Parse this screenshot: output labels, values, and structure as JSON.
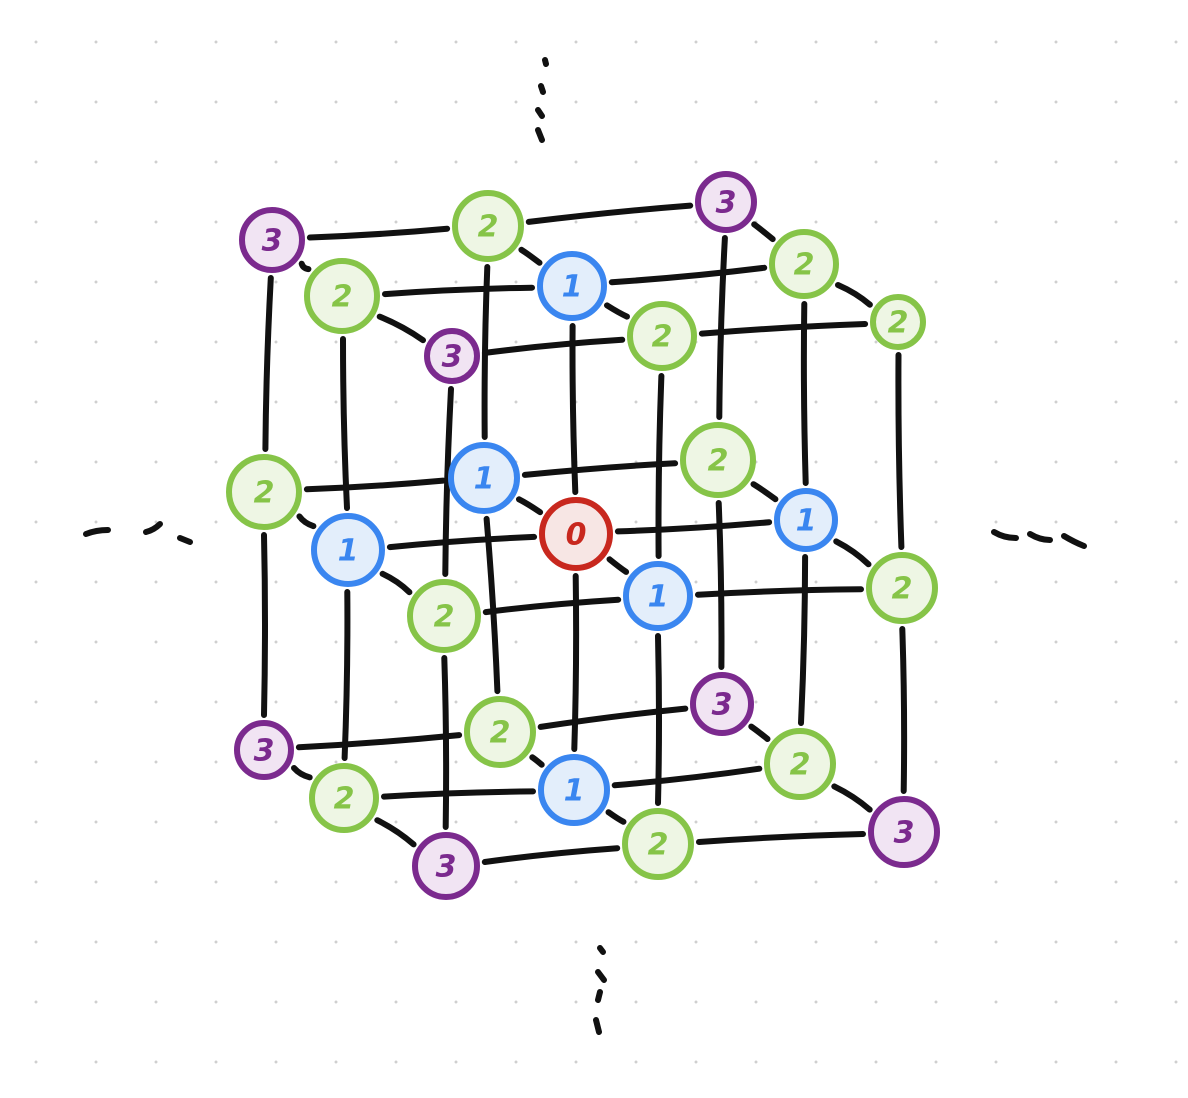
{
  "diagram": {
    "description_levels": {
      "0": {
        "stroke": "#c8281e",
        "fill": "#f7e6e4"
      },
      "1": {
        "stroke": "#3a86f0",
        "fill": "#e3eefb"
      },
      "2": {
        "stroke": "#86c448",
        "fill": "#eef6e4"
      },
      "3": {
        "stroke": "#7b2a8e",
        "fill": "#f1e4f3"
      }
    },
    "nodes": [
      {
        "id": "n_tl_back",
        "label": "3",
        "level": "3"
      },
      {
        "id": "n_tm_back",
        "label": "2",
        "level": "2"
      },
      {
        "id": "n_tr_back",
        "label": "3",
        "level": "3"
      },
      {
        "id": "n_tl_mid",
        "label": "2",
        "level": "2"
      },
      {
        "id": "n_tc_mid",
        "label": "1",
        "level": "1"
      },
      {
        "id": "n_tr_mid",
        "label": "2",
        "level": "2"
      },
      {
        "id": "n_tl_front",
        "label": "3",
        "level": "3"
      },
      {
        "id": "n_tm_front",
        "label": "2",
        "level": "2"
      },
      {
        "id": "n_tr_front",
        "label": "2",
        "level": "2"
      },
      {
        "id": "n_ml_back",
        "label": "2",
        "level": "2"
      },
      {
        "id": "n_mc_back",
        "label": "1",
        "level": "1"
      },
      {
        "id": "n_mr_back",
        "label": "2",
        "level": "2"
      },
      {
        "id": "n_ml_mid",
        "label": "1",
        "level": "1"
      },
      {
        "id": "n_center",
        "label": "0",
        "level": "0"
      },
      {
        "id": "n_mr_mid",
        "label": "1",
        "level": "1"
      },
      {
        "id": "n_ml_front",
        "label": "2",
        "level": "2"
      },
      {
        "id": "n_mc_front",
        "label": "1",
        "level": "1"
      },
      {
        "id": "n_mr_front",
        "label": "2",
        "level": "2"
      },
      {
        "id": "n_bl_back",
        "label": "3",
        "level": "3"
      },
      {
        "id": "n_bm_back",
        "label": "2",
        "level": "2"
      },
      {
        "id": "n_br_back",
        "label": "3",
        "level": "3"
      },
      {
        "id": "n_bl_mid",
        "label": "2",
        "level": "2"
      },
      {
        "id": "n_bc_mid",
        "label": "1",
        "level": "1"
      },
      {
        "id": "n_br_mid",
        "label": "2",
        "level": "2"
      },
      {
        "id": "n_bl_front",
        "label": "3",
        "level": "3"
      },
      {
        "id": "n_bm_front",
        "label": "2",
        "level": "2"
      },
      {
        "id": "n_br_front",
        "label": "3",
        "level": "3"
      }
    ]
  }
}
